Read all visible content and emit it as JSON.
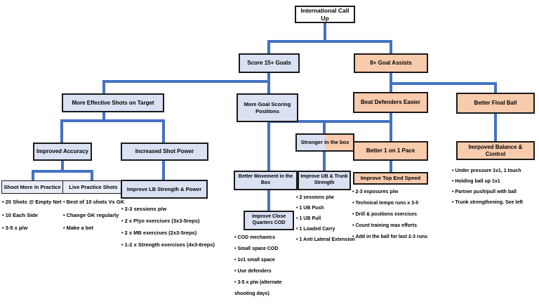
{
  "diagram_title": "International Call Up",
  "colors": {
    "blue_fill": "#dae1f3",
    "orange_fill": "#f8cbad",
    "connector_blue": "#4472c4",
    "box_border": "#1a1a1a",
    "root_fill": "#ffffff"
  },
  "nodes": {
    "root": "International Call Up",
    "score_goals": "Score 15+ Goals",
    "goal_assists": "8+ Goal Assists",
    "effective_shots": "More Effective Shots on Target",
    "goal_positions": "More Goal Scoring Positions",
    "beat_defenders": "Beat Defenders Easier",
    "final_ball": "Better Final Ball",
    "improved_accuracy": "Improved Accuracy",
    "shot_power": "Increased Shot Power",
    "stronger_box": "Stronger in  the box",
    "one_on_one_pace": "Better 1 on 1 Pace",
    "balance_control": "Imrpoved Balance & Control",
    "shoot_more": "Shoot More in Practice",
    "live_practice": "Live Practice Shots",
    "lb_strength": "Improve LB Strength & Power",
    "better_movement": "Better Movement in the Box",
    "ub_trunk": "Improve UB & Trunk Strength",
    "top_end_speed": "Improve Top End Speed",
    "close_quarters": "Improve Close Quarters COD"
  },
  "lists": {
    "shoot_more": [
      "20 Shots @ Empty Net",
      "10 Each Side",
      "3-5 x p/w"
    ],
    "live_practice": [
      "Best of 10 shots Vs GK",
      "Change GK regularly",
      "Make a bet"
    ],
    "lb_strength": [
      "2-3 sessions p/w",
      "2 x Plyo exercises (3x3-5reps)",
      "2 x MB exercises (2x3-5reps)",
      "1-2 x Strength exercises (4x3-6reps)"
    ],
    "ub_trunk": [
      "2 sessions p/w",
      "1 UB Push",
      "1 UB Pull",
      "1 Loaded Carry",
      "1 Anti Lateral Extension"
    ],
    "top_end_speed": [
      "2-3 exposures p/w",
      "Technical tempo runs x 3-5",
      "Drill & positions exercises",
      "Count training max efforts",
      "Add in the ball for last 2-3 runs"
    ],
    "balance_control": [
      "Under pressure 1v1, 1 touch",
      "Holding ball up 1v1",
      "Partner push/pull with ball",
      "Trunk strengthening. See left"
    ],
    "close_quarters": [
      "COD mechanics",
      "Small space COD",
      "1v1 small space",
      "Use defenders",
      "3-5 x p/w (alternate shooting days)"
    ]
  }
}
